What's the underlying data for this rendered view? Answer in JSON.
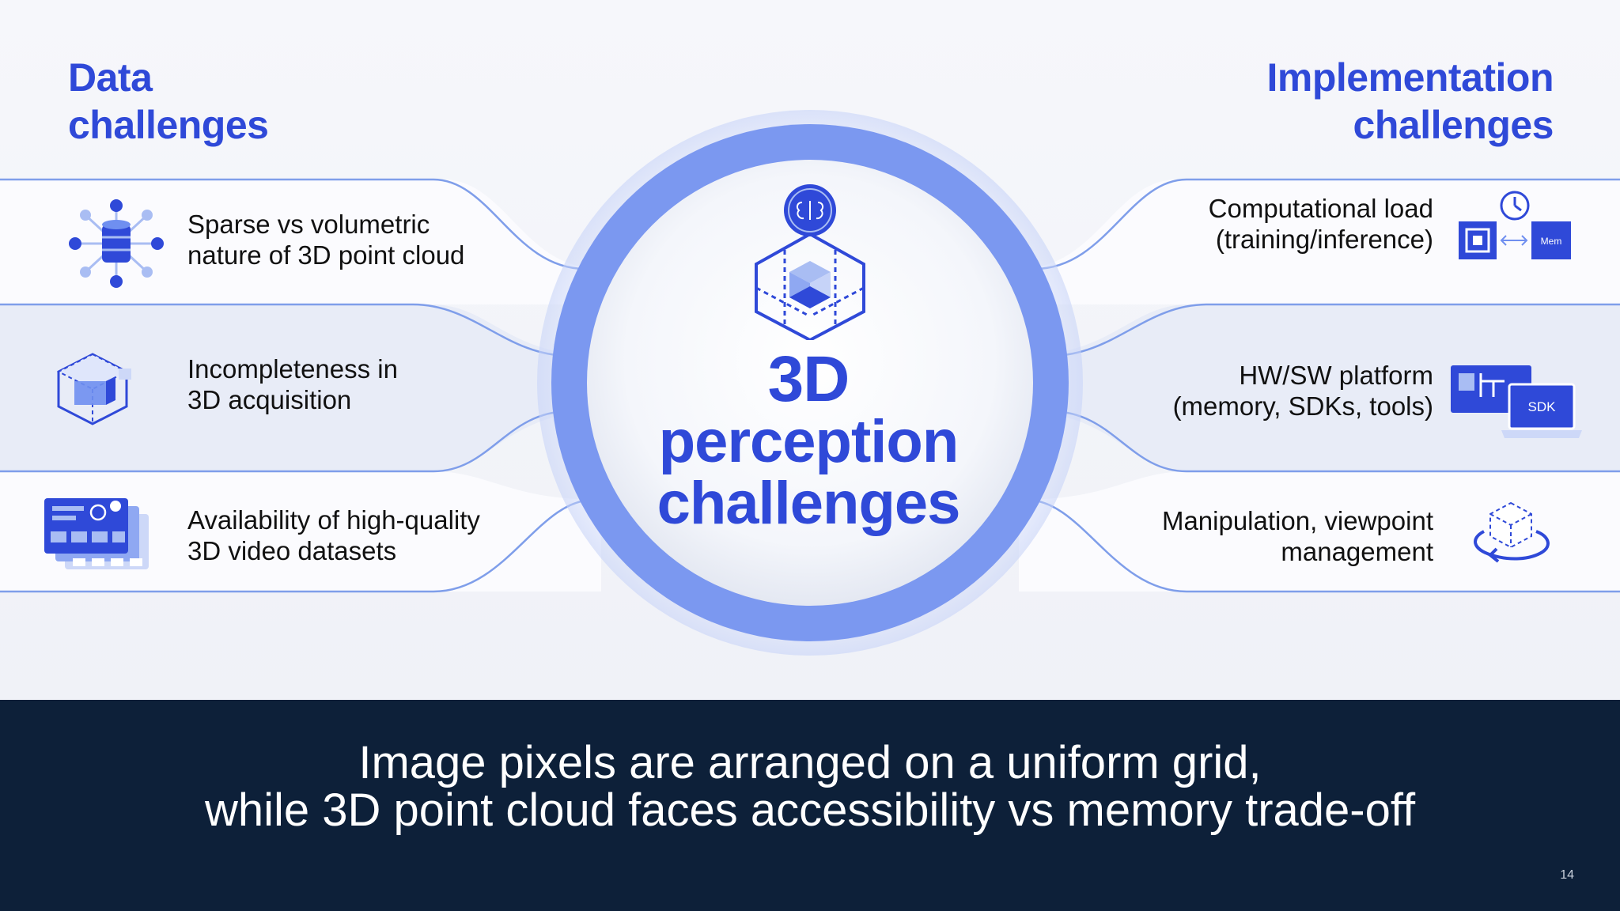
{
  "slide": {
    "heading_left": {
      "line1": "Data",
      "line2": "challenges"
    },
    "heading_right": {
      "line1": "Implementation",
      "line2": "challenges"
    },
    "center": {
      "line1": "3D",
      "line2": "perception",
      "line3": "challenges",
      "icon": "brain-cube-icon"
    },
    "left_items": [
      {
        "line1": "Sparse vs volumetric",
        "line2": "nature of 3D point cloud",
        "icon": "database-network-icon"
      },
      {
        "line1": "Incompleteness in",
        "line2": "3D acquisition",
        "icon": "incomplete-cube-icon"
      },
      {
        "line1": "Availability of high-quality",
        "line2": "3D video datasets",
        "icon": "video-dataset-icon"
      }
    ],
    "right_items": [
      {
        "line1": "Computational load",
        "line2": "(training/inference)",
        "icon": "compute-memory-icon",
        "icon_label": "Mem"
      },
      {
        "line1": "HW/SW platform",
        "line2": "(memory, SDKs, tools)",
        "icon": "sdk-platform-icon",
        "icon_label": "SDK"
      },
      {
        "line1": "Manipulation, viewpoint",
        "line2": "management",
        "icon": "rotate-cube-icon"
      }
    ],
    "footer": {
      "line1": "Image pixels are arranged on a uniform grid,",
      "line2": "while 3D point cloud faces accessibility vs memory trade-off"
    },
    "page_number": "14"
  },
  "colors": {
    "accent": "#2f49d8",
    "line": "#7f9eea",
    "ring": "#7b98f0",
    "footer": "#0d2039"
  }
}
